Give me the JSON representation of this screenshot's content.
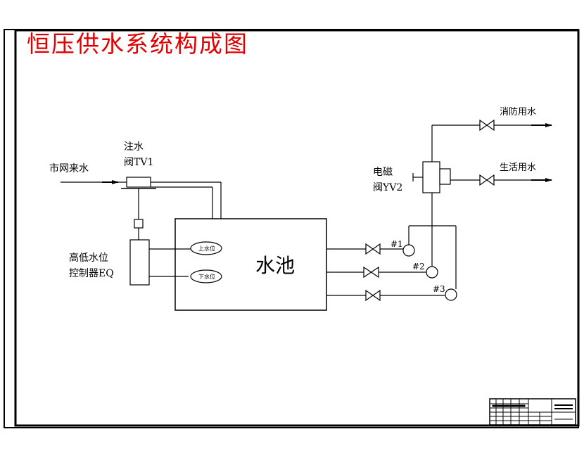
{
  "title": "恒压供水系统构成图",
  "labels": {
    "city_water": "市网来水",
    "inlet_valve_line1": "注水",
    "inlet_valve_line2": "阀TV1",
    "controller_line1": "高低水位",
    "controller_line2": "控制器EQ",
    "sensor_high": "上水位",
    "sensor_low": "下水位",
    "pool": "水池",
    "solenoid_line1": "电磁",
    "solenoid_line2": "阀YV2",
    "fire_water": "消防用水",
    "domestic_water": "生活用水",
    "pump1": "#1",
    "pump2": "#2",
    "pump3": "#3"
  },
  "colors": {
    "title": "#e00000",
    "line": "#000000",
    "background": "#ffffff"
  }
}
